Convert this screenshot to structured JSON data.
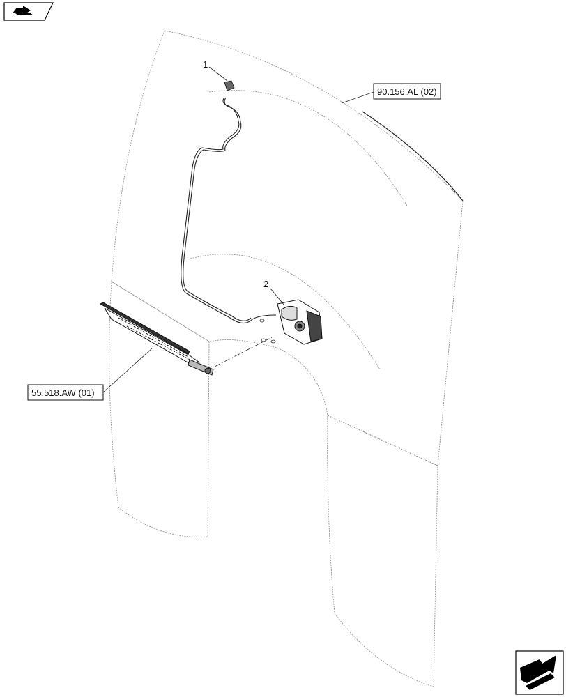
{
  "callouts": {
    "item1": "1",
    "item2": "2"
  },
  "references": {
    "cab_ref": "90.156.AL (02)",
    "wiper_ref": "55.518.AW (01)"
  },
  "icons": {
    "top_left": "book-arrow-icon",
    "bottom_right": "next-page-arrow-icon"
  }
}
